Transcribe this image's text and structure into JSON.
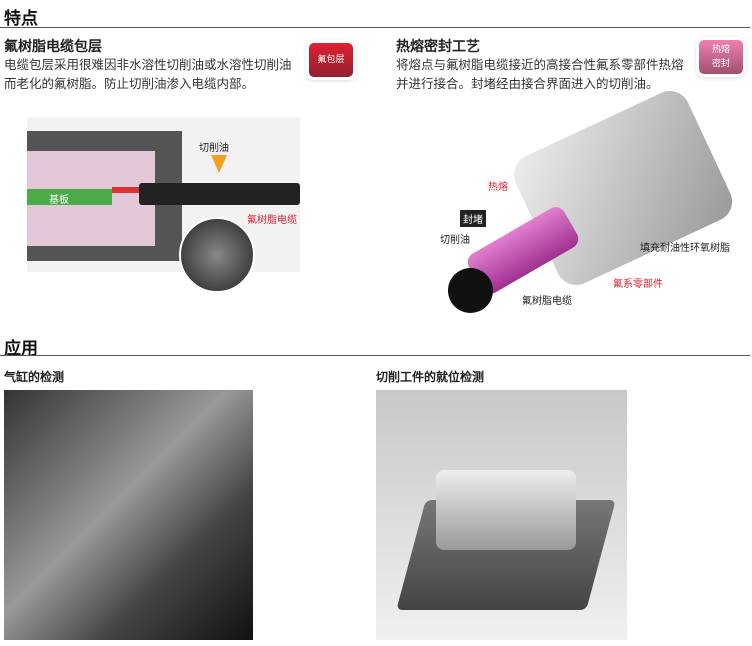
{
  "features": {
    "title": "特点",
    "fluoro": {
      "title": "氟树脂电缆包层",
      "text": "电缆包层采用很难因非水溶性切削油或水溶性切削油而老化的氟树脂。防止切削油渗入电缆内部。",
      "badge": "氟包层",
      "diagram": {
        "oil": "切削油",
        "base": "基板",
        "cable": "氟树脂电缆"
      }
    },
    "seal": {
      "title": "热熔密封工艺",
      "text": "将熔点与氟树脂电缆接近的高接合性氟系零部件热熔并进行接合。封堵经由接合界面进入的切削油。",
      "badge_l1": "热熔",
      "badge_l2": "密封",
      "diagram": {
        "melt": "热熔",
        "block": "封堵",
        "oil": "切削油",
        "cable": "氟树脂电缆",
        "part": "氟系零部件",
        "fill": "填充耐油性环氧树脂"
      }
    }
  },
  "applications": {
    "title": "应用",
    "items": [
      {
        "caption": "气缸的检测"
      },
      {
        "caption": "切削工件的就位检测"
      }
    ]
  }
}
